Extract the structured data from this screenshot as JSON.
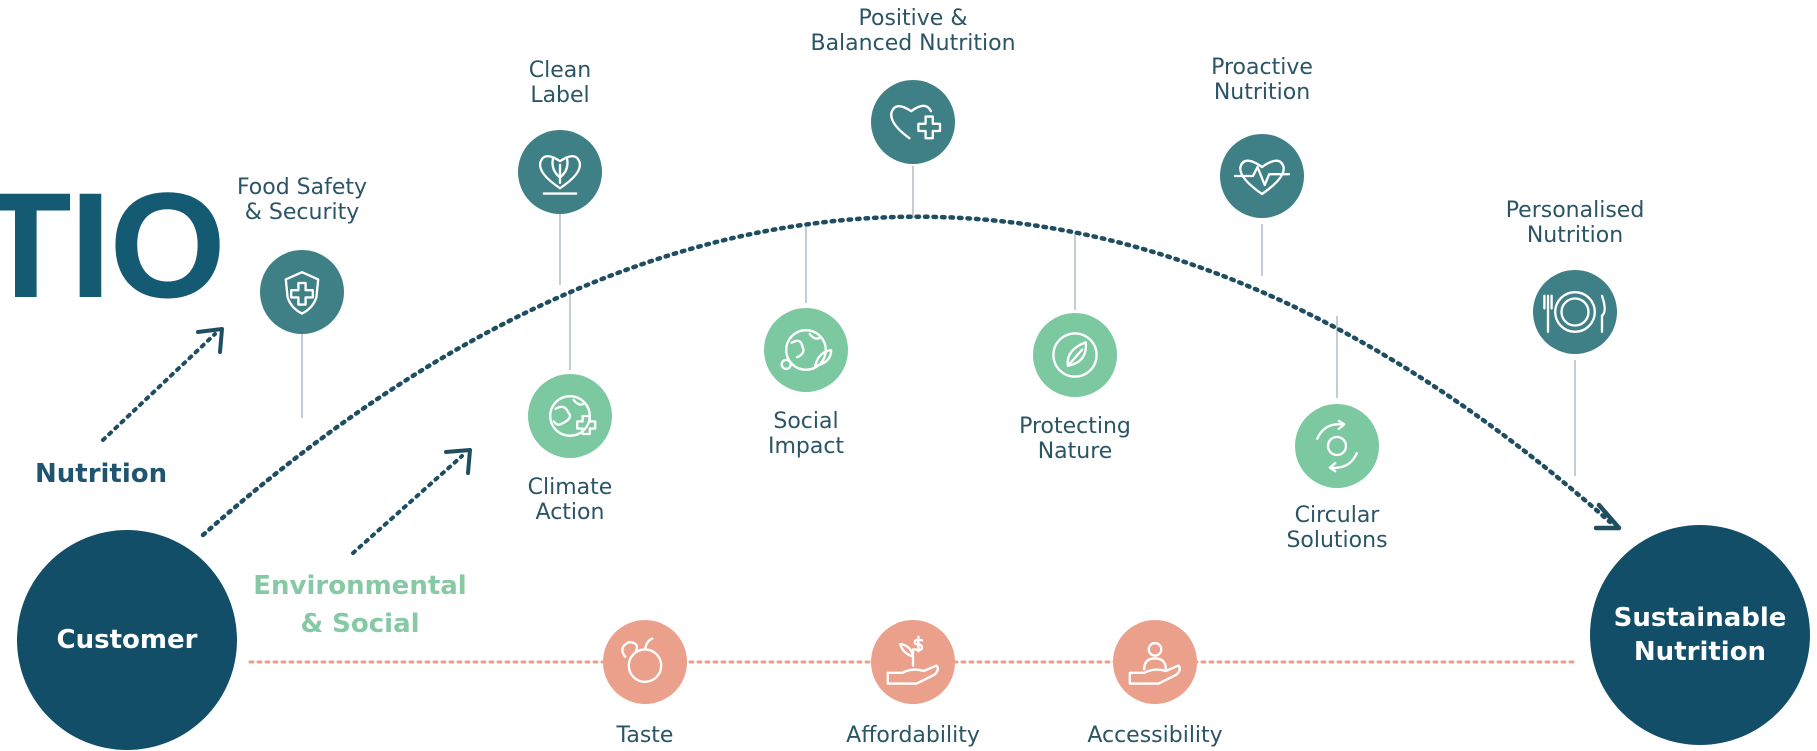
{
  "fragment_title": "TIO",
  "categories": {
    "nutrition": "Nutrition",
    "environmental": [
      "Environmental",
      "& Social"
    ]
  },
  "hubs": {
    "customer": "Customer",
    "sustainable": [
      "Sustainable",
      "Nutrition"
    ]
  },
  "nodes": {
    "food_safety": [
      "Food Safety",
      "& Security"
    ],
    "clean_label": [
      "Clean",
      "Label"
    ],
    "positive_balanced": [
      "Positive &",
      "Balanced Nutrition"
    ],
    "proactive": [
      "Proactive",
      "Nutrition"
    ],
    "personalised": [
      "Personalised",
      "Nutrition"
    ],
    "climate_action": [
      "Climate",
      "Action"
    ],
    "social_impact": [
      "Social",
      "Impact"
    ],
    "protecting_nature": [
      "Protecting",
      "Nature"
    ],
    "circular_solutions": [
      "Circular",
      "Solutions"
    ],
    "taste": "Taste",
    "affordability": "Affordability",
    "accessibility": "Accessibility"
  },
  "icons": {
    "food_safety": "shield-cross-icon",
    "clean_label": "heart-leaf-icon",
    "positive_balanced": "heart-plus-icon",
    "proactive": "heart-pulse-icon",
    "personalised": "plate-cutlery-icon",
    "climate_action": "globe-plus-icon",
    "social_impact": "globe-people-leaf-icon",
    "protecting_nature": "leaf-circle-icon",
    "circular_solutions": "recycle-gear-icon",
    "taste": "fruit-icon",
    "affordability": "hand-plant-dollar-icon",
    "accessibility": "hand-person-icon"
  },
  "colors": {
    "dark_teal": "#135a72",
    "mid_teal": "#3f7f86",
    "green": "#7cc8a0",
    "salmon": "#eaa08a",
    "text": "#2b5566",
    "env_text": "#86c9a4"
  }
}
